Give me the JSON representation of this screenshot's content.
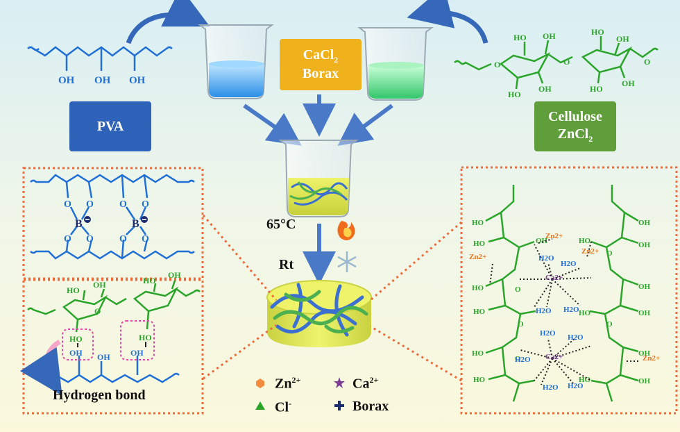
{
  "labels": {
    "pva": "PVA",
    "cacl2_line1": "CaCl",
    "cacl2_sub": "2",
    "borax": "Borax",
    "cellulose": "Cellulose",
    "zncl_line": "ZnCl",
    "zncl_sub": "2",
    "temp": "65°C",
    "rt": "Rt",
    "hydrogen_bond": "Hydrogen bond",
    "oh": "OH",
    "ho": "HO",
    "o": "O",
    "boron": "B"
  },
  "legend": {
    "zn": "Zn",
    "zn_sup": "2+",
    "ca": "Ca",
    "ca_sup": "2+",
    "cl": "Cl",
    "cl_sup": "-",
    "borax": "Borax"
  },
  "ions": {
    "zn2": "Zn2+",
    "ca2": "Ca2+",
    "h2o": "H2O"
  },
  "colors": {
    "pva_blue": "#1f6fd6",
    "cellulose_green": "#2aa52a",
    "pva_box": "#2e62b8",
    "cacl2_box": "#f0b21c",
    "cellulose_box": "#5f9e3a",
    "dotted_border": "#ef6a3a",
    "arrow_blue": "#4a79c8"
  }
}
